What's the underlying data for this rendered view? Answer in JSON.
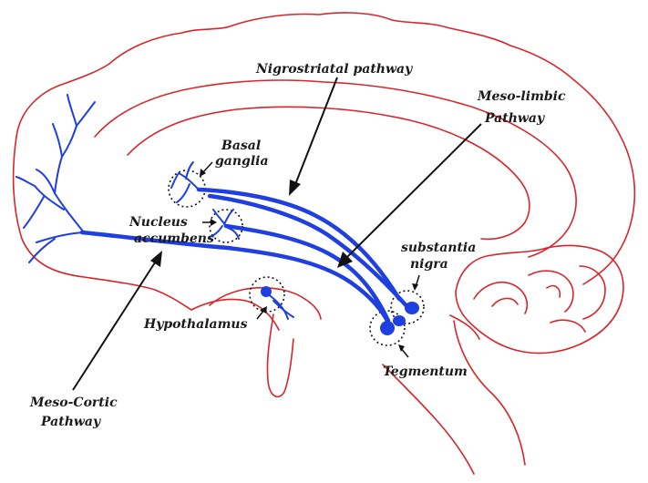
{
  "labels": {
    "nigrostriatal": "Nigrostriatal pathway",
    "mesolimbic_line1": "Meso-limbic",
    "mesolimbic_line2": "Pathway",
    "basal_line1": "Basal",
    "basal_line2": "ganglia",
    "nucleus_line1": "Nucleus",
    "nucleus_line2": "accumbens",
    "substantia_line1": "substantia",
    "substantia_line2": "nigra",
    "hypothalamus": "Hypothalamus",
    "tegmentum": "Tegmentum",
    "mesocortic_line1": "Meso-Cortic",
    "mesocortic_line2": "Pathway"
  },
  "colors": {
    "brain_outline": "#d8252a",
    "pathway": "#1f3fe0",
    "text": "#1a1a1a"
  }
}
